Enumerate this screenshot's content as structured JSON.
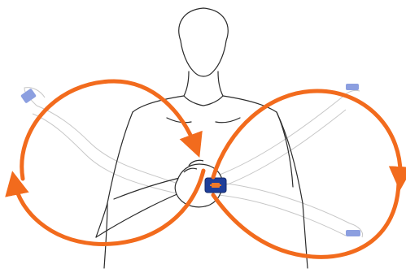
{
  "colors": {
    "background": "#ffffff",
    "outline": "#2b2b2b",
    "ghost_outline": "#c7c7c7",
    "arrow_orange": "#f26b1d",
    "device_blue": "#1f3f9a",
    "device_light_blue": "#8c9fe0",
    "device_orange": "#f07a2a"
  },
  "diagram": {
    "figure": "person-upper-body-outline",
    "motion": "figure-eight-arm-movement",
    "device": "handheld-sensor-device",
    "loops": [
      "left-loop",
      "right-loop"
    ],
    "ghost_arm_positions": [
      "upper-left",
      "upper-right",
      "lower-right"
    ]
  }
}
